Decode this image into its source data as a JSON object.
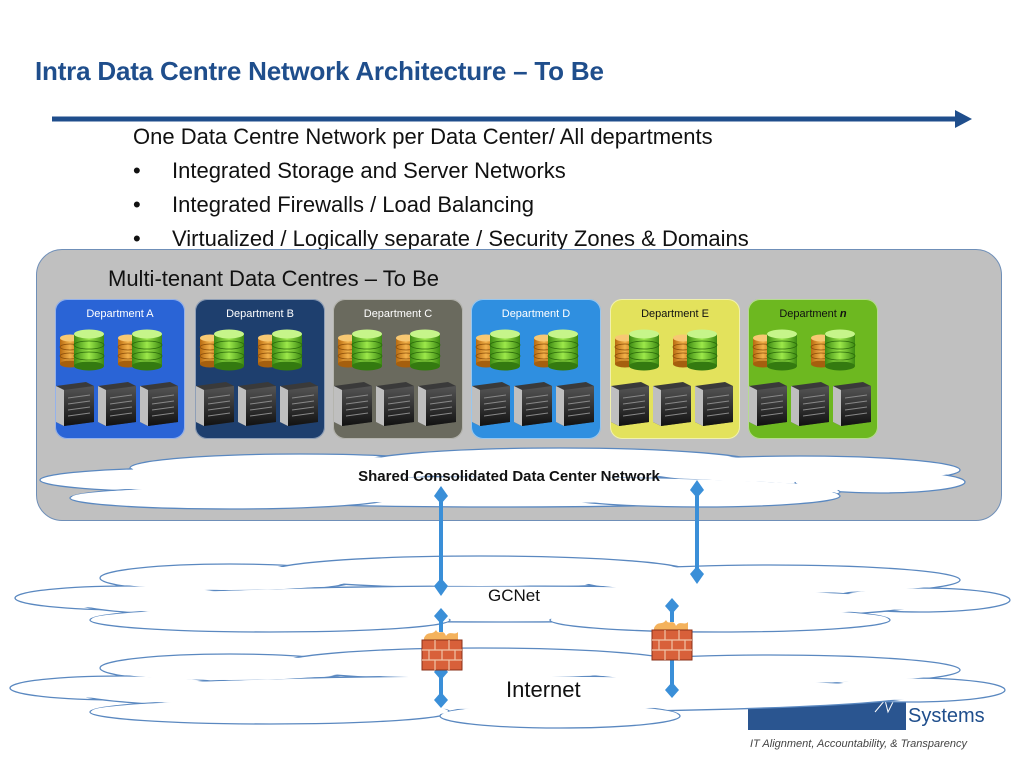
{
  "title": "Intra Data Centre Network Architecture – To Be",
  "bullets": {
    "heading": "One Data Centre Network per Data Center/ All departments",
    "items": [
      "Integrated Storage and Server Networks",
      "Integrated Firewalls / Load Balancing",
      "Virtualized / Logically separate / Security Zones & Domains"
    ]
  },
  "container": {
    "title": "Multi-tenant Data Centres – To Be"
  },
  "departments": [
    {
      "label": "Department A",
      "color": "#2a64d6"
    },
    {
      "label": "Department B",
      "color": "#1e3f6e"
    },
    {
      "label": "Department C",
      "color": "#6a6a5e"
    },
    {
      "label": "Department D",
      "color": "#2f8fe0"
    },
    {
      "label": "Department E",
      "color": "#e3e25c"
    },
    {
      "label_prefix": "Department",
      "label_suffix": "n",
      "color": "#6db820"
    }
  ],
  "clouds": {
    "shared": "Shared Consolidated Data Center Network",
    "gcnet": "GCNet",
    "internet": "Internet"
  },
  "logo": {
    "text": "Systems",
    "tagline": "IT Alignment, Accountability, & Transparency"
  },
  "colors": {
    "title": "#1f4e8c",
    "arrow": "#1f4e8c",
    "connector": "#3a8fd8",
    "firewall": "#d8603a"
  }
}
